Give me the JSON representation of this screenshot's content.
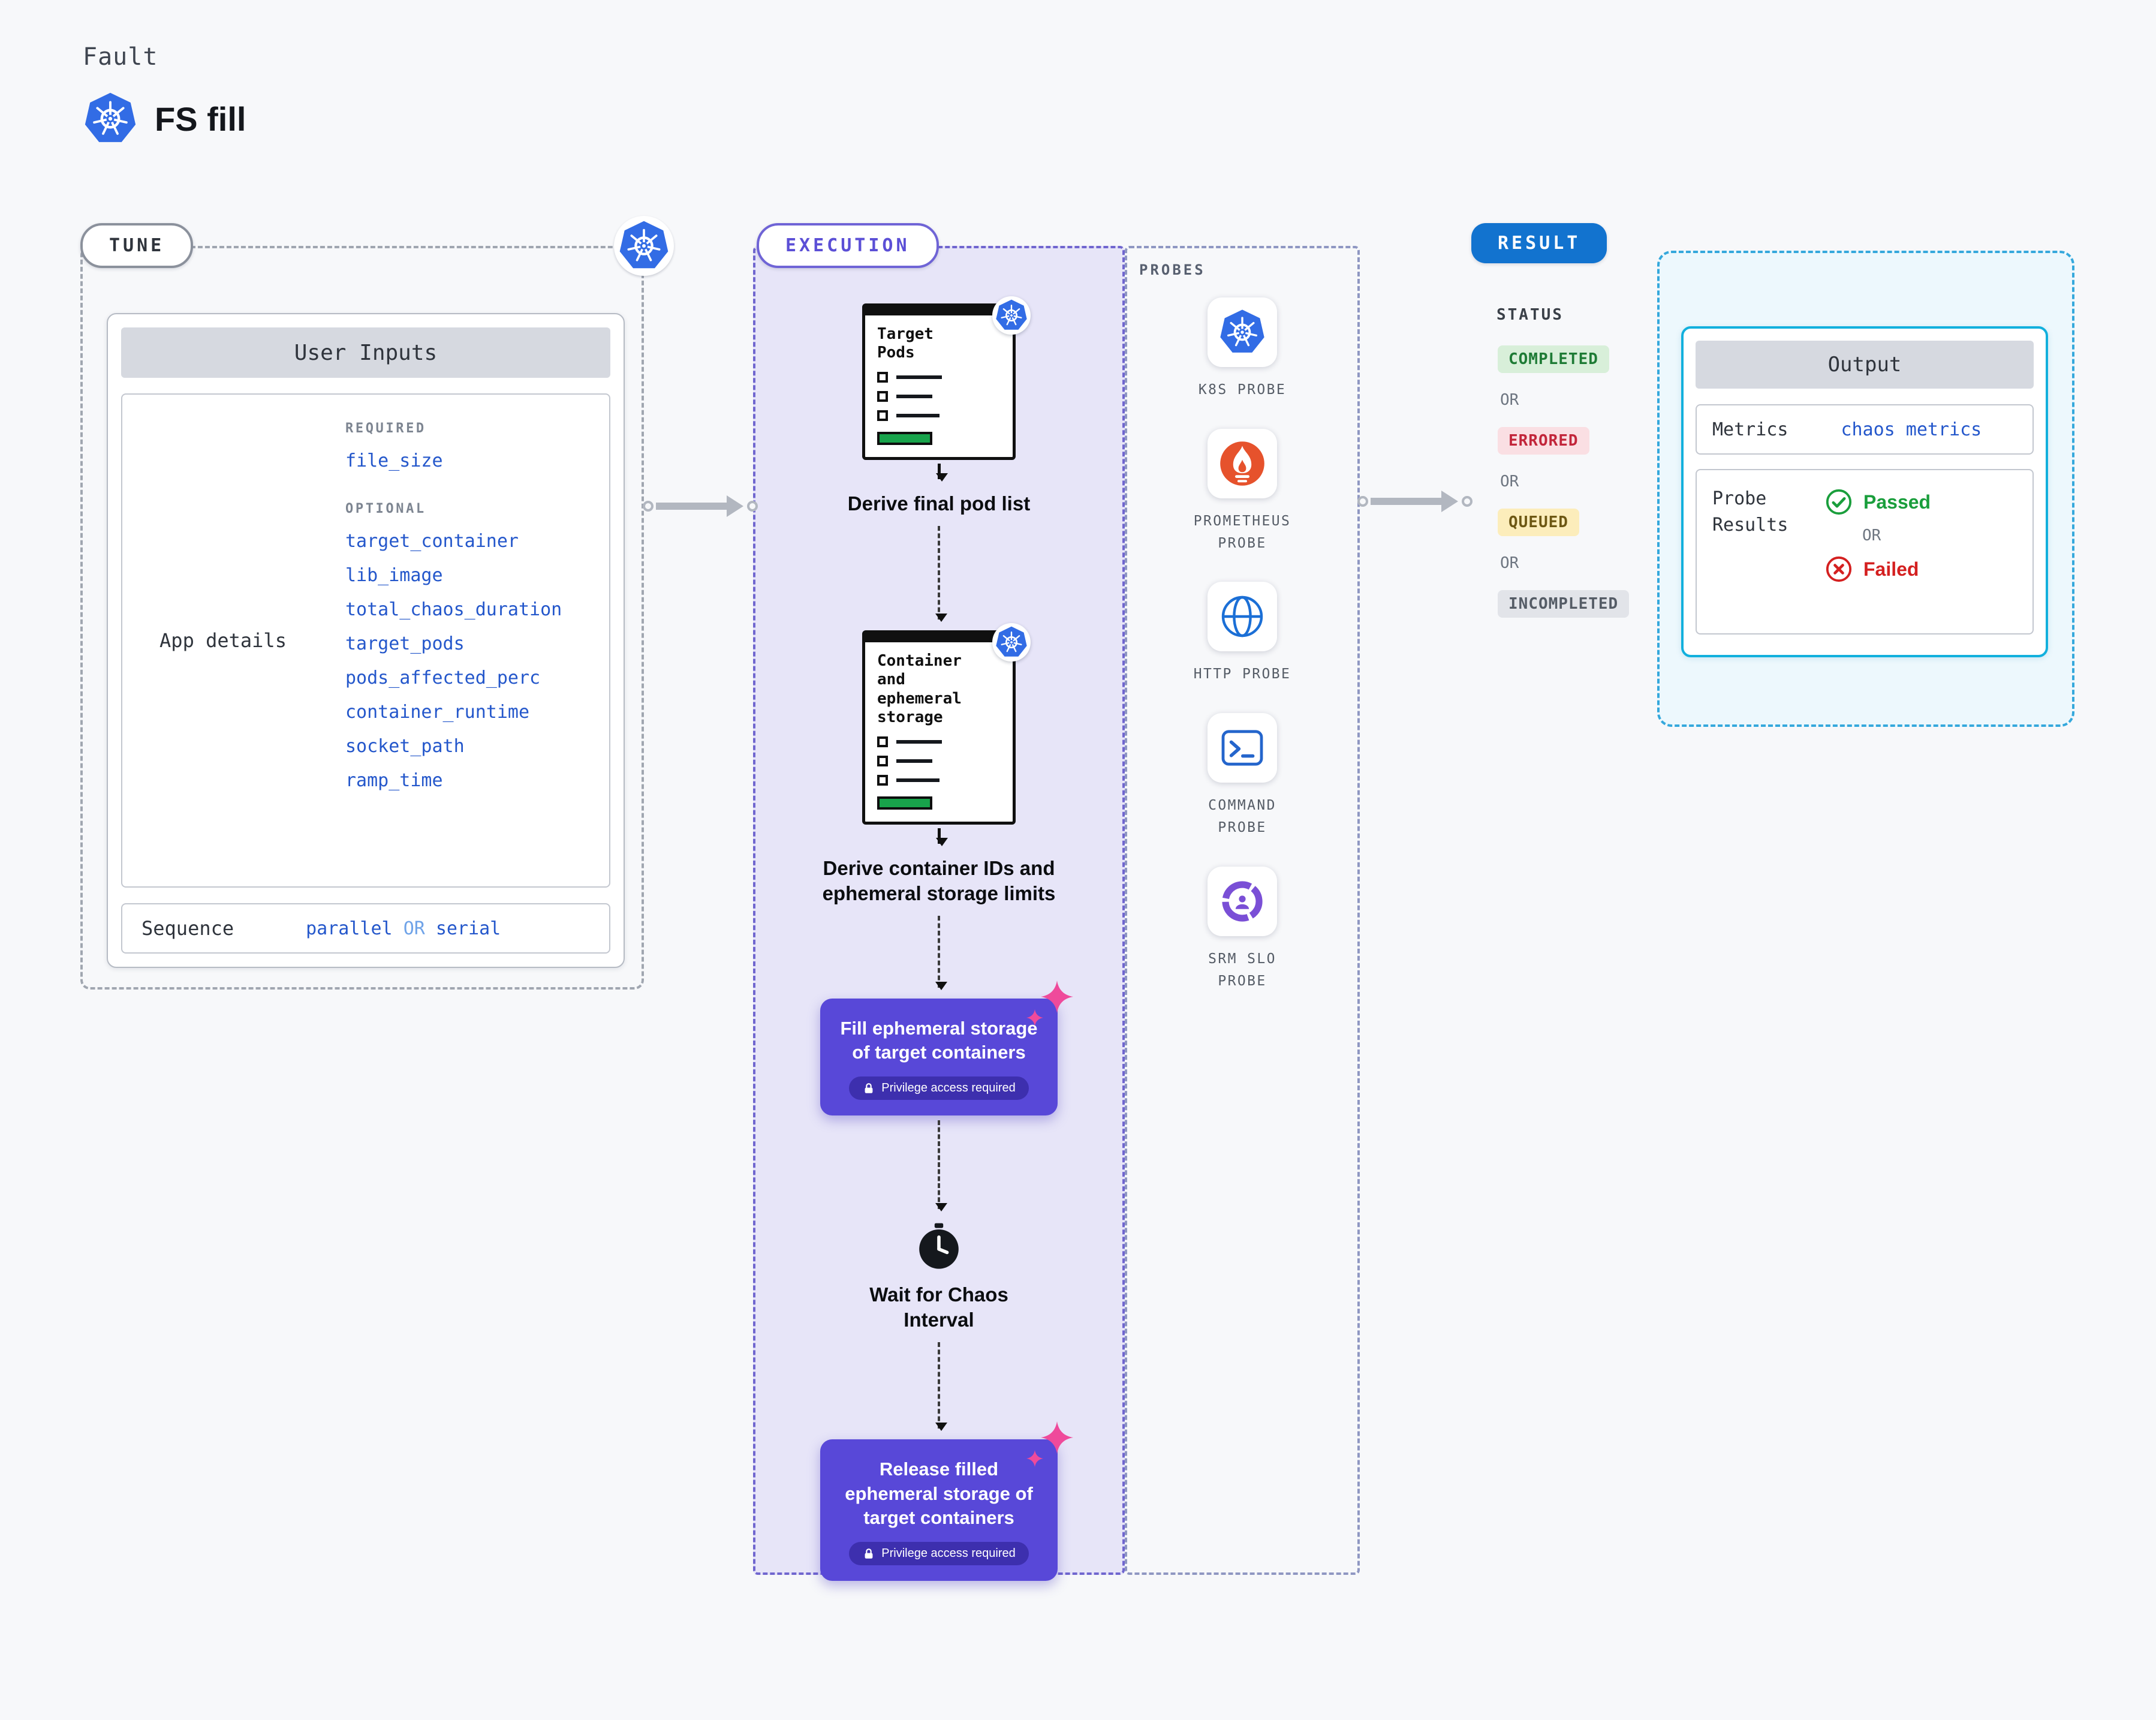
{
  "header": {
    "category": "Fault",
    "title": "FS fill"
  },
  "tune": {
    "label": "TUNE",
    "user_inputs": {
      "title": "User Inputs",
      "app_details": "App details",
      "required_label": "REQUIRED",
      "required_params": [
        "file_size"
      ],
      "optional_label": "OPTIONAL",
      "optional_params": [
        "target_container",
        "lib_image",
        "total_chaos_duration",
        "target_pods",
        "pods_affected_perc",
        "container_runtime",
        "socket_path",
        "ramp_time"
      ],
      "sequence": {
        "label": "Sequence",
        "option1": "parallel",
        "or": "OR",
        "option2": "serial"
      }
    }
  },
  "execution": {
    "label": "EXECUTION",
    "doc1": {
      "title": "Target Pods",
      "caption": "Derive final pod list"
    },
    "doc2": {
      "title": "Container and ephemeral storage",
      "caption": "Derive container IDs and ephemeral storage limits"
    },
    "action1": {
      "label": "Fill ephemeral storage of target containers",
      "badge": "Privilege access required"
    },
    "wait": {
      "caption": "Wait for Chaos Interval"
    },
    "action2": {
      "label": "Release filled ephemeral storage of target containers",
      "badge": "Privilege access required"
    }
  },
  "probes": {
    "label": "PROBES",
    "items": [
      {
        "label": "K8S PROBE",
        "icon": "kubernetes-wheel"
      },
      {
        "label": "PROMETHEUS PROBE",
        "icon": "prometheus-flame"
      },
      {
        "label": "HTTP PROBE",
        "icon": "globe"
      },
      {
        "label": "COMMAND PROBE",
        "icon": "terminal-prompt"
      },
      {
        "label": "SRM SLO PROBE",
        "icon": "slo-ring"
      }
    ]
  },
  "result": {
    "label": "RESULT",
    "status": {
      "label": "STATUS",
      "or": "OR",
      "values": [
        "COMPLETED",
        "ERRORED",
        "QUEUED",
        "INCOMPLETED"
      ]
    },
    "output": {
      "title": "Output",
      "metrics_label": "Metrics",
      "metrics_value": "chaos metrics",
      "probe_results_label": "Probe Results",
      "passed": "Passed",
      "or": "OR",
      "failed": "Failed"
    }
  },
  "colors": {
    "kubernetes_blue": "#326ce5",
    "execution_purple": "#5b4fd6",
    "action_purple": "#5848d8",
    "result_blue": "#1273cf",
    "output_border_cyan": "#12b0dd",
    "sparkle_pink": "#ef4a9b",
    "param_link_blue": "#2457cb",
    "prometheus_orange": "#e6522c",
    "passed_green": "#1a9e3c",
    "failed_red": "#d42020",
    "completed_bg": "#d8efd9",
    "errored_bg": "#fadfe3",
    "queued_bg": "#fcedbb",
    "incompleted_bg": "#e2e4e9"
  }
}
